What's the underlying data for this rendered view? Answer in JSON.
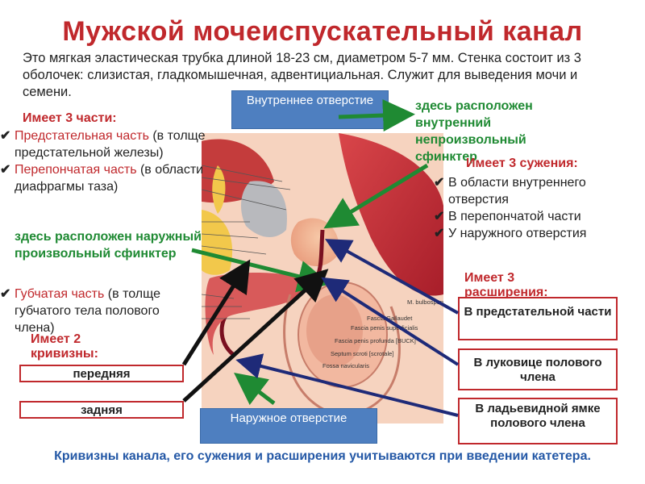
{
  "title": "Мужской мочеиспускательный канал",
  "intro": "Это мягкая эластическая трубка длиной 18-23 см, диаметром 5-7 мм. Стенка состоит из 3 оболочек: слизистая, гладкомышечная, адвентициальная. Служит для выведения мочи и семени.",
  "parts": {
    "heading": "Имеет 3 части:",
    "items": [
      {
        "name": "Предстательная часть",
        "detail": " (в толще предстательной железы)"
      },
      {
        "name": "Перепончатая часть",
        "detail": " (в области диафрагмы таза)"
      },
      {
        "name": "Губчатая часть",
        "detail": " (в толще губчатого тела полового члена)"
      }
    ],
    "external_sphincter_note": "здесь расположен наружный произвольный сфинктер"
  },
  "internal_opening": {
    "label": "Внутреннее отверстие",
    "note": "здесь расположен внутренний непроизвольный сфинктер"
  },
  "narrowings": {
    "heading": "Имеет 3 сужения:",
    "items": [
      "В области внутреннего отверстия",
      "В перепончатой части",
      "У наружного отверстия"
    ]
  },
  "widenings": {
    "heading": "Имеет 3 расширения:",
    "items": [
      "В предстательной части",
      "В луковице полового члена",
      "В ладьевидной ямке полового члена"
    ]
  },
  "curvatures": {
    "heading": "Имеет 2 кривизны:",
    "items": [
      "передняя",
      "задняя"
    ]
  },
  "external_opening": {
    "label": "Наружное отверстие"
  },
  "figure_labels": [
    "M. bulbospongiosus",
    "Fascia Gallaudet",
    "Fascia penis superficialis",
    "Fascia penis profunda [BUCK]",
    "Septum scroti [scrotale]",
    "Fossa navicularis"
  ],
  "footer": "Кривизны канала, его сужения и расширения учитываются при введении катетера.",
  "colors": {
    "title_red": "#c0282c",
    "green": "#1f8a33",
    "blue_box": "#4e7fc0",
    "navy_arrow": "#1e2a78",
    "footer_blue": "#2458a6"
  }
}
